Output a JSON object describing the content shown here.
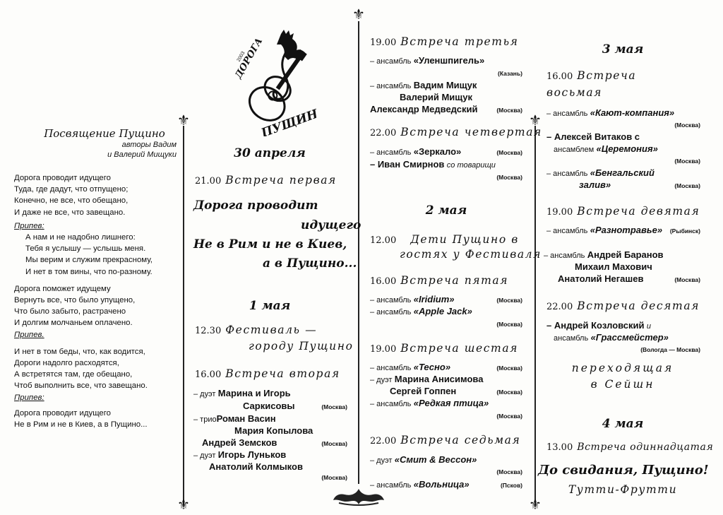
{
  "poem": {
    "title": "Посвящение Пущино",
    "authors_1": "авторы Вадим",
    "authors_2": "и Валерий Мищуки",
    "stanza1": [
      "Дорога проводит идущего",
      "Туда, где дадут, что отпущено;",
      "Конечно, не все, что обещано,",
      "И даже не все, что завещано."
    ],
    "chorus_label": "Припев:",
    "chorus": [
      "А нам и не надобно лишнего:",
      "Тебя я услышу — услышь меня.",
      "Мы верим и служим прекрасному,",
      "И нет в том вины, что по-разному."
    ],
    "stanza2": [
      "Дорога поможет идущему",
      "Вернуть все, что было упущено,",
      "Что было забыто, растрачено",
      "И долгим молчаньем оплачено."
    ],
    "chorus_label_2": "Припев.",
    "stanza3": [
      "И нет в том беды, что, как водится,",
      "Дороги надолго расходятся,",
      "А встретятся там, где обещано,",
      "Чтоб выполнить все, что завещано."
    ],
    "chorus_label_3": "Припев:",
    "stanza4": [
      "Дорога проводит идущего",
      "Не в Рим и не в Киев, а в Пущино..."
    ]
  },
  "logo": {
    "text_main": "ПУЩИНО",
    "text_arc": "ДОРОГА",
    "year": "2003"
  },
  "col2": {
    "day1": "30 апреля",
    "e1_time": "21.00",
    "e1_name": "Встреча первая",
    "motto": [
      "Дорога проводит",
      "идущего",
      "Не в Рим и не в Киев,",
      "а в Пущино..."
    ],
    "day2": "1 мая",
    "f_time": "12.30",
    "f_name_1": "Фестиваль —",
    "f_name_2": "городу Пущино",
    "e2_time": "16.00",
    "e2_name": "Встреча вторая",
    "e2_r1_pre": "– дуэт",
    "e2_r1": "Марина и Игорь",
    "e2_r2": "Саркисовы",
    "e2_r2_city": "(Москва)",
    "e2_r3_pre": "– трио",
    "e2_r3": "Роман Васин",
    "e2_r4": "Мария Копылова",
    "e2_r5": "Андрей Земсков",
    "e2_r5_city": "(Москва)",
    "e2_r6_pre": "– дуэт",
    "e2_r6": "Игорь Луньков",
    "e2_r7": "Анатолий Колмыков",
    "e2_r7_city": "(Москва)"
  },
  "col3": {
    "e3_time": "19.00",
    "e3_name": "Встреча третья",
    "e3_r1_pre": "– ансамбль",
    "e3_r1": "«Уленшпигель»",
    "e3_r1_city": "(Казань)",
    "e3_r2_pre": "– ансамбль",
    "e3_r2": "Вадим Мищук",
    "e3_r3": "Валерий Мищук",
    "e3_r4": "Александр Медведский",
    "e3_r4_city": "(Москва)",
    "e4_time": "22.00",
    "e4_name": "Встреча четвертая",
    "e4_r1_pre": "– ансамбль",
    "e4_r1": "«Зеркало»",
    "e4_r1_city": "(Москва)",
    "e4_r2": "– Иван Смирнов",
    "e4_r2_suf": "со товарищи",
    "e4_r2_city": "(Москва)",
    "day3": "2 мая",
    "k_time": "12.00",
    "k_name_1": "Дети Пущино в",
    "k_name_2": "гостях у Фестиваля",
    "e5_time": "16.00",
    "e5_name": "Встреча пятая",
    "e5_r1_pre": "– ансамбль",
    "e5_r1": "«Iridium»",
    "e5_r1_city": "(Москва)",
    "e5_r2_pre": "– ансамбль",
    "e5_r2": "«Apple Jack»",
    "e5_r2_city": "(Москва)",
    "e6_time": "19.00",
    "e6_name": "Встреча шестая",
    "e6_r1_pre": "– ансамбль",
    "e6_r1": "«Тесно»",
    "e6_r1_city": "(Москва)",
    "e6_r2_pre": "– дуэт",
    "e6_r2": "Марина Анисимова",
    "e6_r3": "Сергей Гоппен",
    "e6_r3_city": "(Москва)",
    "e6_r4_pre": "– ансамбль",
    "e6_r4": "«Редкая птица»",
    "e6_r4_city": "(Москва)",
    "e7_time": "22.00",
    "e7_name": "Встреча седьмая",
    "e7_r1_pre": "– дуэт",
    "e7_r1": "«Смит & Вессон»",
    "e7_r1_city": "(Москва)",
    "e7_r2_pre": "– ансамбль",
    "e7_r2": "«Вольница»",
    "e7_r2_city": "(Псков)"
  },
  "col4": {
    "day4": "3 мая",
    "e8_time": "16.00",
    "e8_name_1": "Встреча",
    "e8_name_2": "восьмая",
    "e8_r1_pre": "– ансамбль",
    "e8_r1": "«Кают-компания»",
    "e8_r1_city": "(Москва)",
    "e8_r2": "– Алексей Витаков с",
    "e8_r3_pre": "ансамблем",
    "e8_r3": "«Церемония»",
    "e8_r3_city": "(Москва)",
    "e8_r4_pre": "– ансамбль",
    "e8_r4": "«Бенгальский",
    "e8_r5": "залив»",
    "e8_r5_city": "(Москва)",
    "e9_time": "19.00",
    "e9_name": "Встреча девятая",
    "e9_r1_pre": "– ансамбль",
    "e9_r1": "«Разнотравье»",
    "e9_r1_city": "(Рыбинск)",
    "e9_r2_pre": "– ансамбль",
    "e9_r2": "Андрей Баранов",
    "e9_r3": "Михаил Махович",
    "e9_r4": "Анатолий Негашев",
    "e9_r4_city": "(Москва)",
    "e10_time": "22.00",
    "e10_name": "Встреча десятая",
    "e10_r1": "– Андрей Козловский",
    "e10_r1_suf": "и",
    "e10_r2_pre": "ансамбль",
    "e10_r2": "«Грассмейстер»",
    "e10_r2_city": "(Вологда — Москва)",
    "transition_1": "переходящая",
    "transition_2": "в Сейшн",
    "day5": "4 мая",
    "e11_time": "13.00",
    "e11_name": "Встреча одиннадцатая",
    "farewell": "До свидания, Пущино!",
    "tutti": "Тутти-Фрутти"
  }
}
